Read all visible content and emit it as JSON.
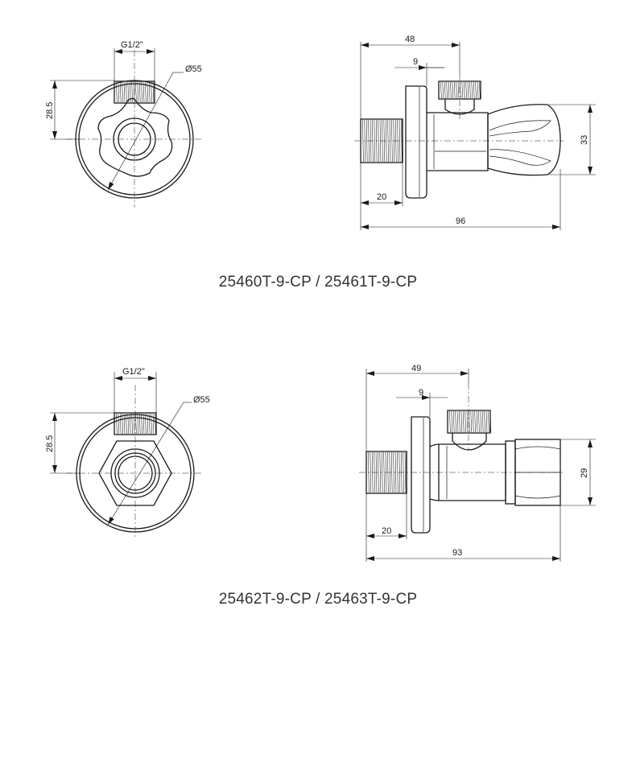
{
  "products": [
    {
      "caption": "25460T-9-CP / 25461T-9-CP",
      "front_view": {
        "thread_label": "G1/2\"",
        "diameter_label": "Ø55",
        "height_label": "28.5"
      },
      "side_view": {
        "overall_length": "96",
        "length_to_outlet": "48",
        "flange_offset": "9",
        "inlet_length": "20",
        "handle_height": "33"
      }
    },
    {
      "caption": "25462T-9-CP / 25463T-9-CP",
      "front_view": {
        "thread_label": "G1/2\"",
        "diameter_label": "Ø55",
        "height_label": "28.5"
      },
      "side_view": {
        "overall_length": "93",
        "length_to_outlet": "49",
        "flange_offset": "9",
        "inlet_length": "20",
        "handle_height": "29"
      }
    }
  ]
}
